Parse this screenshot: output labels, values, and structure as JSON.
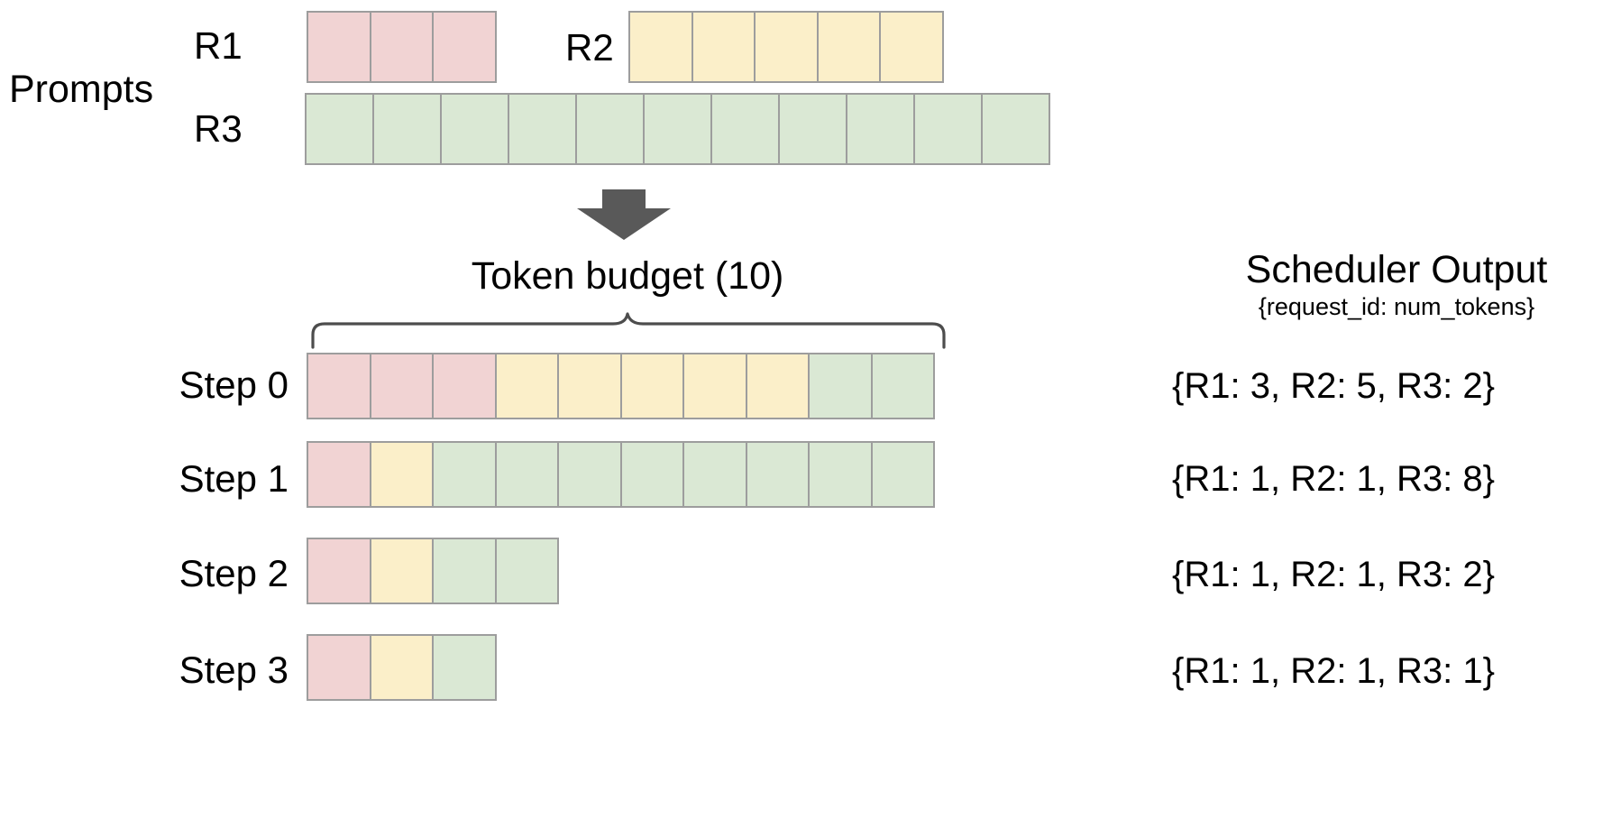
{
  "diagram": {
    "prompts_label": "Prompts",
    "flow_arrow_icon": "down-arrow-icon",
    "budget_title": "Token budget (10)",
    "brace_icon": "curly-brace-icon",
    "scheduler_title": "Scheduler Output",
    "scheduler_subtitle": "{request_id: num_tokens}",
    "colors": {
      "r1": "#f1d3d3",
      "r2": "#fbefc9",
      "r3": "#dae8d4",
      "cell_border": "#9d9d9d",
      "arrow": "#595959",
      "brace": "#4d4d4d",
      "text": "#000000",
      "background": "#ffffff"
    }
  },
  "prompts": [
    {
      "id": "R1",
      "label": "R1",
      "num_tokens": 3,
      "color_key": "pink"
    },
    {
      "id": "R2",
      "label": "R2",
      "num_tokens": 5,
      "color_key": "yellow"
    },
    {
      "id": "R3",
      "label": "R3",
      "num_tokens": 11,
      "color_key": "green"
    }
  ],
  "token_budget": 10,
  "steps": [
    {
      "label": "Step 0",
      "segments": [
        {
          "request": "R1",
          "count": 3,
          "color_key": "pink"
        },
        {
          "request": "R2",
          "count": 5,
          "color_key": "yellow"
        },
        {
          "request": "R3",
          "count": 2,
          "color_key": "green"
        }
      ],
      "output": "{R1: 3, R2: 5, R3: 2}"
    },
    {
      "label": "Step 1",
      "segments": [
        {
          "request": "R1",
          "count": 1,
          "color_key": "pink"
        },
        {
          "request": "R2",
          "count": 1,
          "color_key": "yellow"
        },
        {
          "request": "R3",
          "count": 8,
          "color_key": "green"
        }
      ],
      "output": "{R1: 1, R2: 1, R3: 8}"
    },
    {
      "label": "Step 2",
      "segments": [
        {
          "request": "R1",
          "count": 1,
          "color_key": "pink"
        },
        {
          "request": "R2",
          "count": 1,
          "color_key": "yellow"
        },
        {
          "request": "R3",
          "count": 2,
          "color_key": "green"
        }
      ],
      "output": "{R1: 1, R2: 1, R3: 2}"
    },
    {
      "label": "Step 3",
      "segments": [
        {
          "request": "R1",
          "count": 1,
          "color_key": "pink"
        },
        {
          "request": "R2",
          "count": 1,
          "color_key": "yellow"
        },
        {
          "request": "R3",
          "count": 1,
          "color_key": "green"
        }
      ],
      "output": "{R1: 1, R2: 1, R3: 1}"
    }
  ]
}
